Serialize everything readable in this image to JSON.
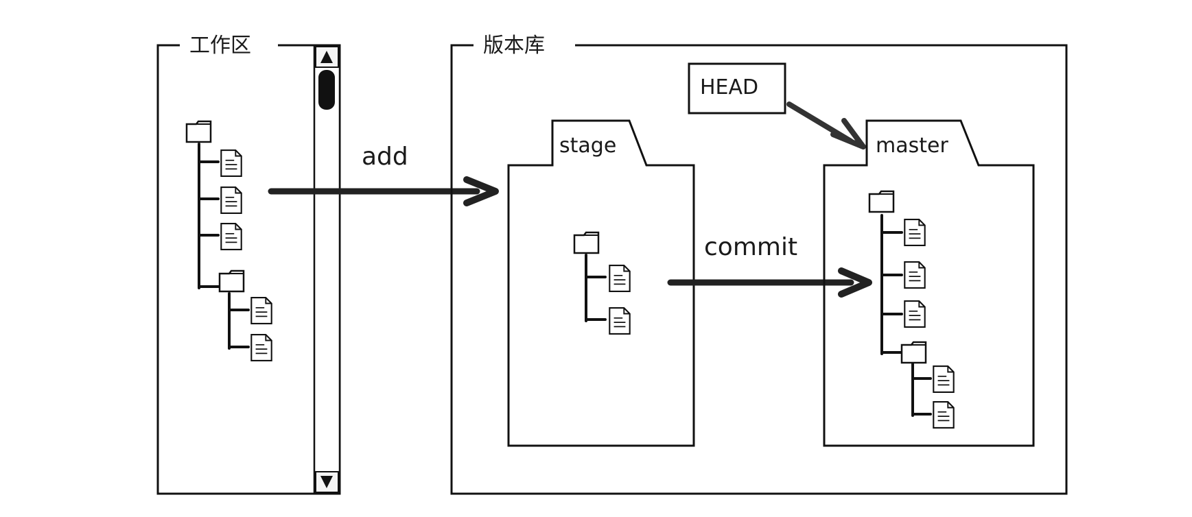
{
  "workspace": {
    "title": "工作区"
  },
  "repository": {
    "title": "版本库"
  },
  "stage": {
    "label": "stage"
  },
  "master": {
    "label": "master"
  },
  "head": {
    "label": "HEAD"
  },
  "arrows": {
    "add": "add",
    "commit": "commit"
  },
  "icons": {
    "scroll_up": "scroll-up-arrow-icon",
    "scroll_down": "scroll-down-arrow-icon",
    "folder": "folder-icon",
    "file": "file-icon"
  },
  "colors": {
    "ink": "#111111",
    "arrow": "#222222",
    "background": "#ffffff"
  }
}
